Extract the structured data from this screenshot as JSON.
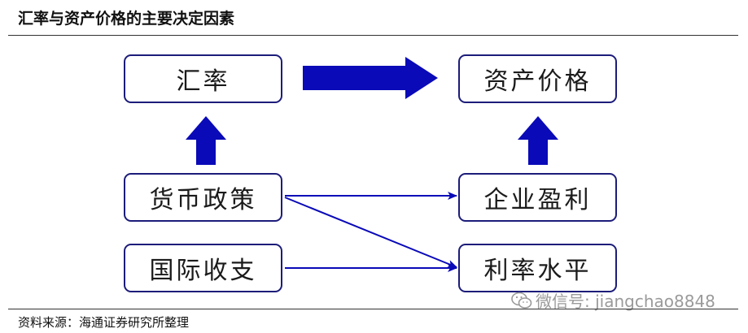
{
  "title": "汇率与资产价格的主要决定因素",
  "source": "资料来源：海通证券研究所整理",
  "watermark": "微信号: jiangchao8848",
  "nodes": {
    "exchange_rate": "汇率",
    "asset_price": "资产价格",
    "monetary_policy": "货币政策",
    "corporate_profit": "企业盈利",
    "balance_of_payments": "国际收支",
    "interest_rate": "利率水平"
  },
  "colors": {
    "arrow": "#0a0ab8",
    "box_border": "#1c1c7a"
  }
}
